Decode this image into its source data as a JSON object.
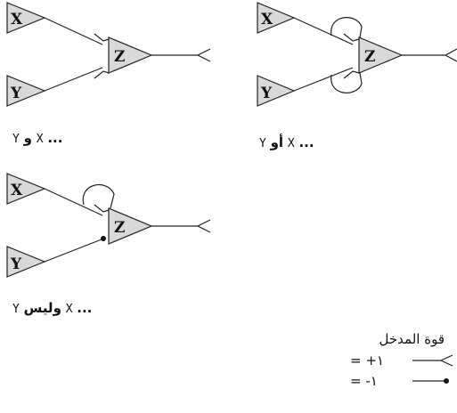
{
  "gates": [
    {
      "inputs": {
        "top": "X",
        "bottom": "Y"
      },
      "output": "Z",
      "caption": {
        "dots": "...",
        "a": "X",
        "word": "و",
        "b": "Y"
      }
    },
    {
      "inputs": {
        "top": "X",
        "bottom": "Y"
      },
      "output": "Z",
      "caption": {
        "dots": "...",
        "a": "X",
        "word": "أو",
        "b": "Y"
      }
    },
    {
      "inputs": {
        "top": "X",
        "bottom": "Y"
      },
      "output": "Z",
      "caption": {
        "dots": "...",
        "a": "X",
        "word": "وليس",
        "b": "Y"
      }
    }
  ],
  "legend": {
    "title": "قوة المدخل",
    "excitatory": "= +١",
    "inhibitory": "= -١"
  }
}
